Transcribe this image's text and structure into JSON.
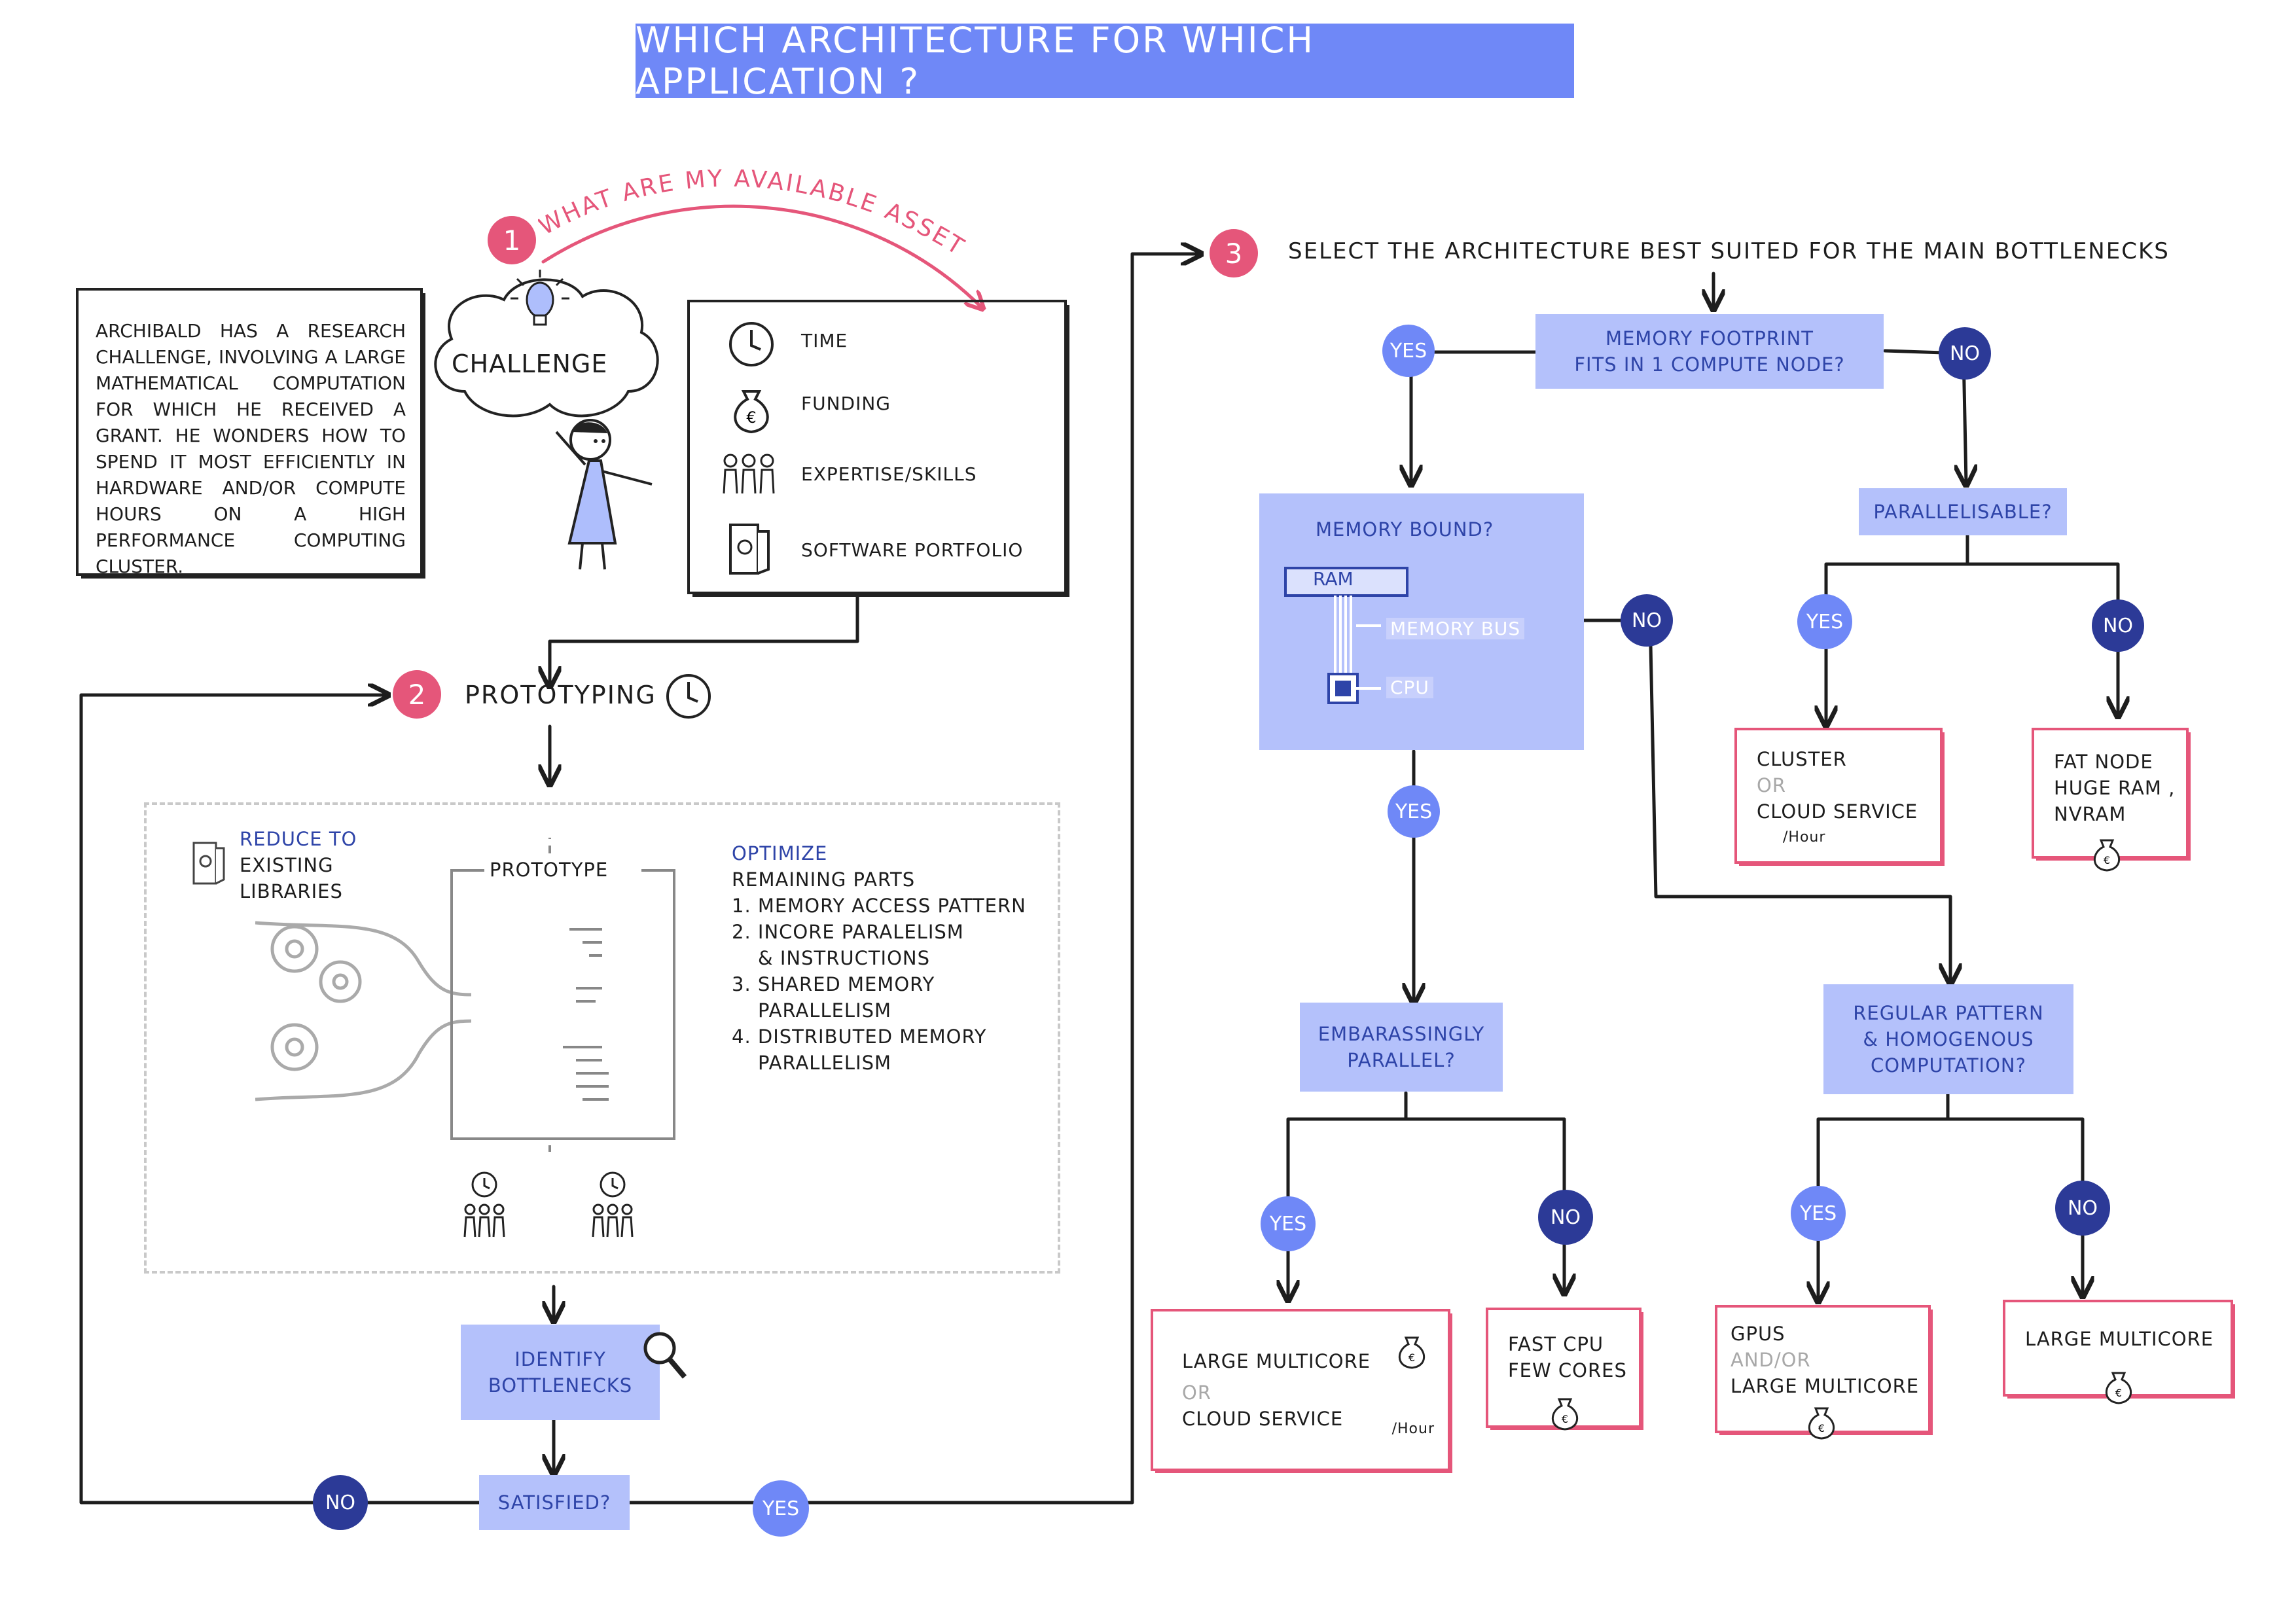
{
  "title": "WHICH ARCHITECTURE FOR WHICH APPLICATION ?",
  "step1": {
    "number": "1",
    "label": "WHAT ARE MY AVAILABLE ASSETS?"
  },
  "story": "ARCHIBALD HAS A RESEARCH CHALLENGE, INVOLVING A LARGE MATHEMATICAL COMPUTATION FOR WHICH HE RECEIVED A GRANT. HE WONDERS HOW TO SPEND IT MOST EFFICIENTLY IN HARDWARE AND/OR COMPUTE HOURS ON A HIGH PERFORMANCE COMPUTING CLUSTER.",
  "challenge": "CHALLENGE",
  "assets": [
    {
      "icon": "clock-icon",
      "label": "TIME"
    },
    {
      "icon": "money-bag-icon",
      "label": "FUNDING"
    },
    {
      "icon": "people-icon",
      "label": "EXPERTISE/SKILLS"
    },
    {
      "icon": "software-folder-icon",
      "label": "SOFTWARE PORTFOLIO"
    }
  ],
  "step2": {
    "number": "2",
    "label": "PROTOTYPING"
  },
  "prototype": {
    "reduce_title": "REDUCE TO",
    "reduce_rest": [
      "EXISTING",
      "LIBRARIES"
    ],
    "prototype_label": "PROTOTYPE",
    "optimize_title": "OPTIMIZE",
    "optimize_sub": "REMAINING PARTS",
    "optimize_items": [
      [
        "1.",
        "MEMORY ACCESS PATTERN"
      ],
      [
        "2.",
        "INCORE PARALELISM"
      ],
      [
        "",
        "& INSTRUCTIONS"
      ],
      [
        "3.",
        "SHARED MEMORY"
      ],
      [
        "",
        "PARALLELISM"
      ],
      [
        "4.",
        "DISTRIBUTED MEMORY"
      ],
      [
        "",
        "PARALLELISM"
      ]
    ],
    "identify": [
      "IDENTIFY",
      "BOTTLENECKS"
    ],
    "satisfied": "SATISFIED?",
    "no": "NO",
    "yes": "YES"
  },
  "step3": {
    "number": "3",
    "label": "SELECT THE ARCHITECTURE BEST SUITED FOR THE MAIN BOTTLENECKS"
  },
  "tree": {
    "memory_footprint": [
      "MEMORY FOOTPRINT",
      "FITS IN 1 COMPUTE NODE?"
    ],
    "memory_bound": "MEMORY BOUND?",
    "ram": "RAM",
    "memory_bus": "MEMORY BUS",
    "cpu": "CPU",
    "parallelisable": "PARALLELISABLE?",
    "embarassingly": [
      "EMBARASSINGLY",
      "PARALLEL?"
    ],
    "regular": [
      "REGULAR PATTERN",
      "& HOMOGENOUS",
      "COMPUTATION?"
    ],
    "yes": "YES",
    "no": "NO",
    "results": {
      "cluster": {
        "line1": "CLUSTER",
        "or": "OR",
        "line2": "CLOUD SERVICE",
        "unit": "/Hour"
      },
      "fatnode": [
        "FAT NODE",
        "HUGE RAM ,",
        "NVRAM"
      ],
      "large_multicore_cloud": {
        "line1": "LARGE MULTICORE",
        "or": "OR",
        "line2": "CLOUD SERVICE",
        "unit": "/Hour"
      },
      "fast_cpu": [
        "FAST CPU",
        "FEW CORES"
      ],
      "gpus": {
        "line1": "GPUS",
        "andor": "AND/OR",
        "line2": "LARGE MULTICORE"
      },
      "large_multicore": "LARGE MULTICORE"
    }
  },
  "colors": {
    "title_bg": "#6f88f7",
    "pink": "#e5567a",
    "yes_blue": "#6f88f7",
    "no_navy": "#2c3a97",
    "box_blue": "#b4c1fb",
    "box_text": "#2e44a8"
  }
}
